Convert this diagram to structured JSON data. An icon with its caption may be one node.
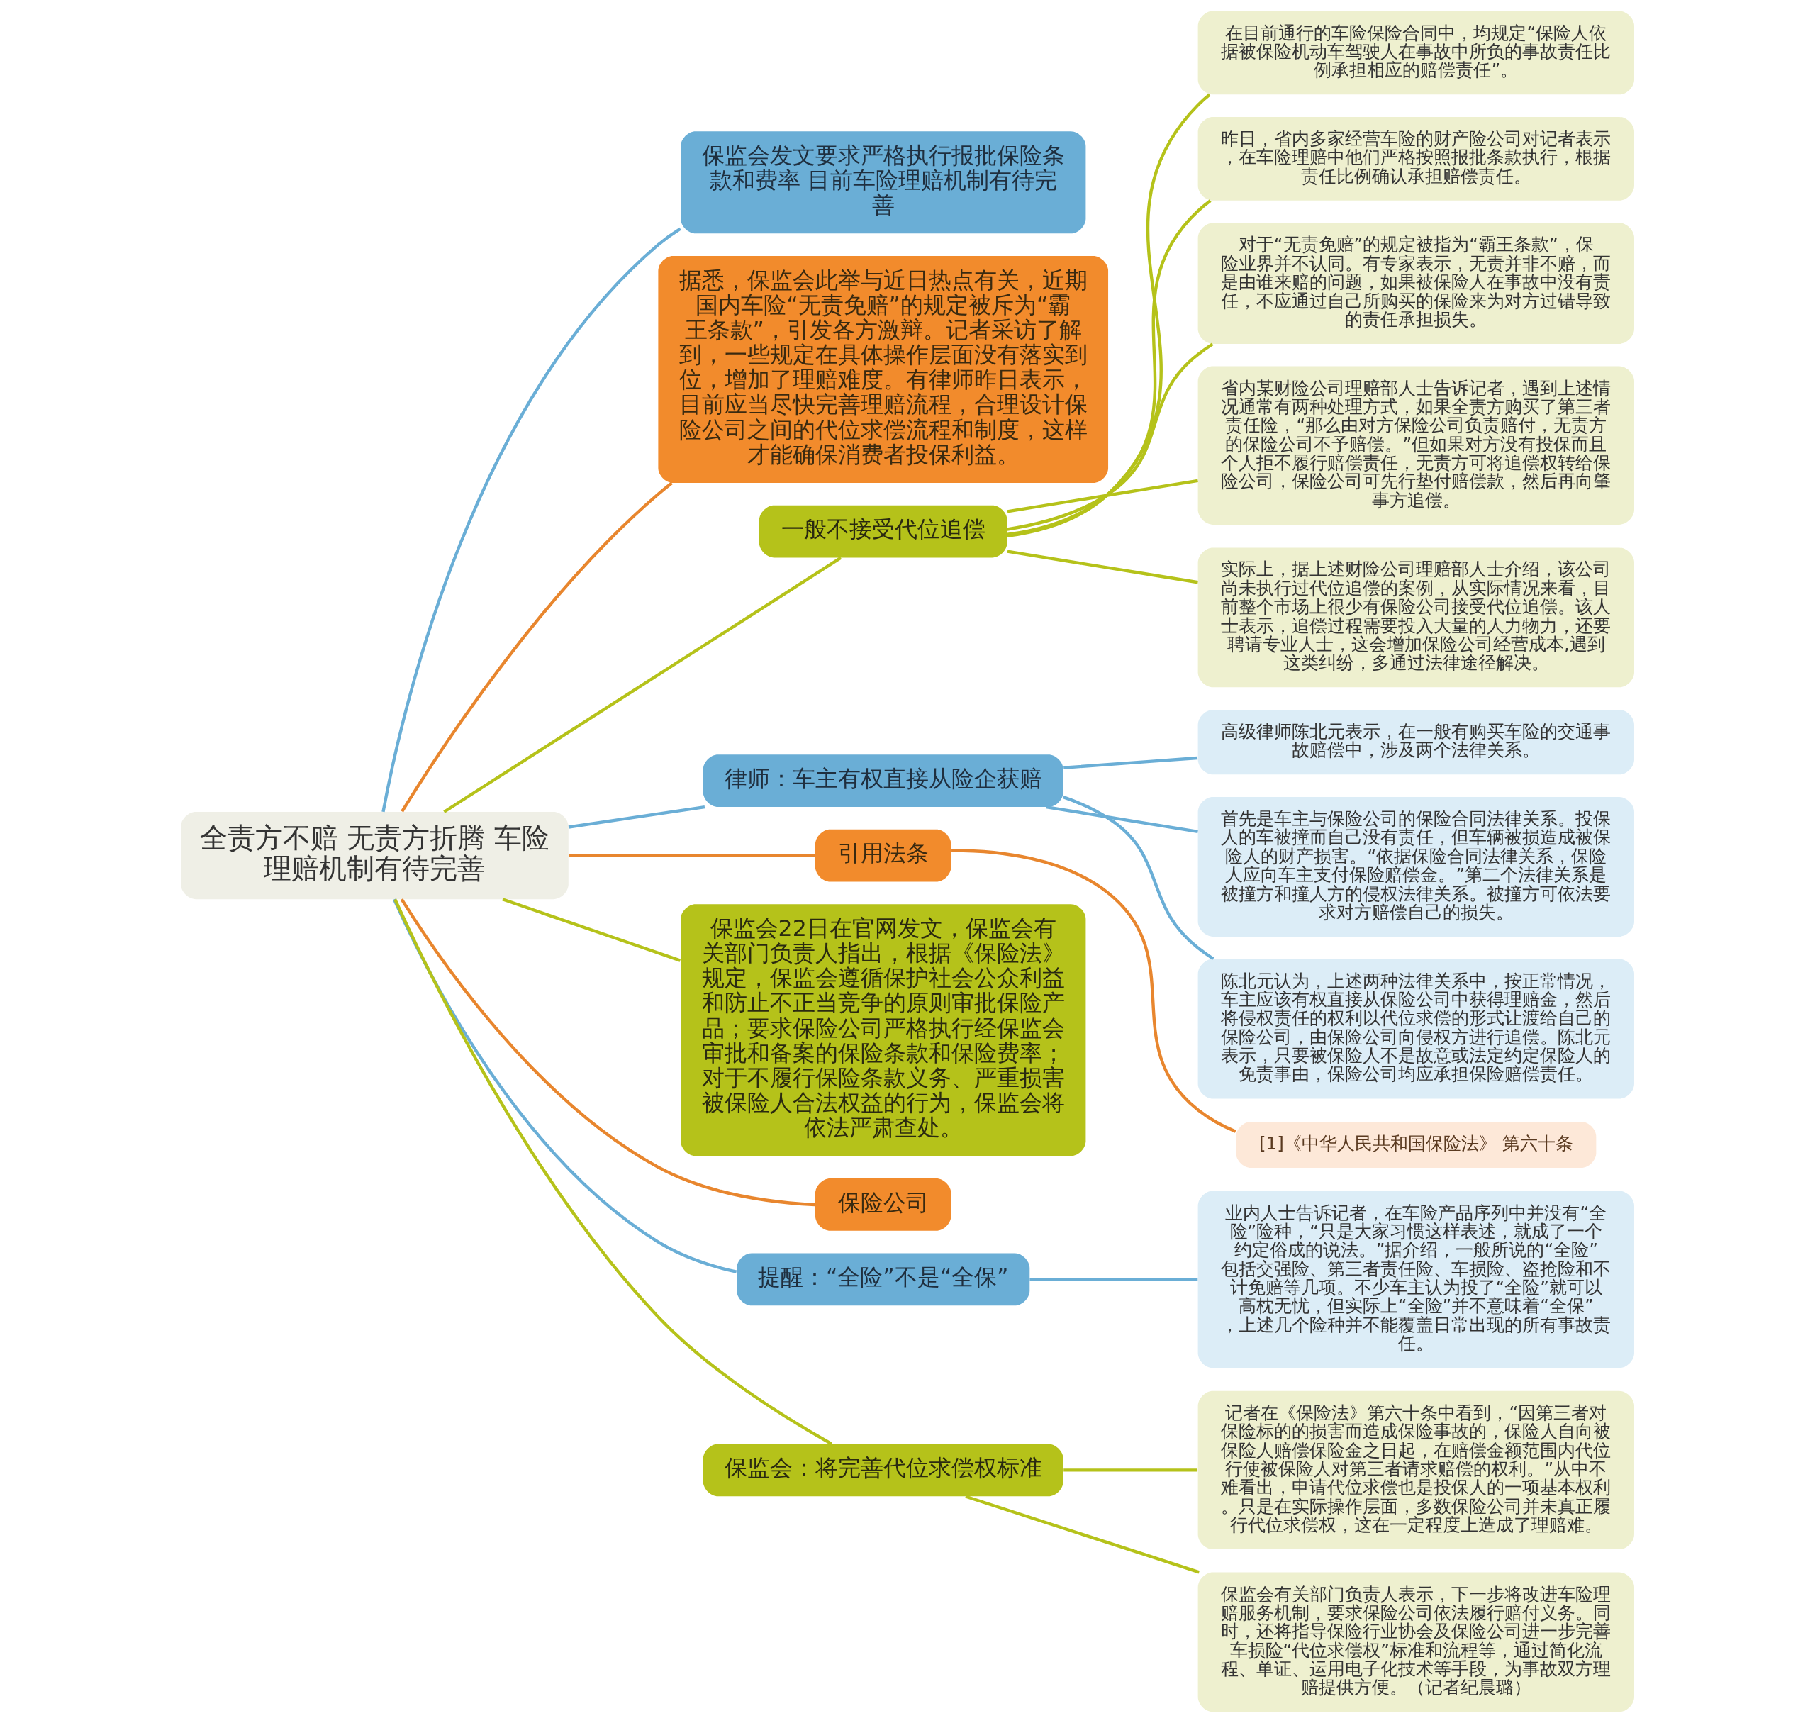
{
  "diagram": {
    "nodes": [
      {
        "text": [
          "全责方不赔 无责方折腾 车险理赔机制有待完善"
        ]
      },
      {
        "text": [
          "保监会发文要求严格执行报批保险条款和费率 目前车险理赔机制有待完善"
        ]
      },
      {
        "text": [
          "据悉，保监会此举与近日热点有关，近期国内车险“无责免赔”的规定被斥为“霸王条款”，引发各方激辩。记者采访了解到，一些规定在具体操作层面没有落实到位，增加了理赔难度。有律师昨日表示，目前应当尽快完善理赔流程，合理设计保险公司之间的代位求偿流程和制度，这样才能确保消费者投保利益。"
        ]
      },
      {
        "text": [
          "一般不接受代位追偿"
        ]
      },
      {
        "text": [
          "在目前通行的车险保险合同中，均规定“保险人依据被保险机动车驾驶人在事故中所负的事故责任比例承担相应的赔偿责任”。"
        ]
      },
      {
        "text": [
          "昨日，省内多家经营车险的财产险公司对记者表示，在车险理赔中他们严格按照报批条款执行，根据责任比例确认承担赔偿责任。"
        ]
      },
      {
        "text": [
          "对于“无责免赔”的规定被指为“霸王条款”，保险业界并不认同。有专家表示，无责并非不赔，而是由谁来赔的问题，如果被保险人在事故中没有责任，不应通过自己所购买的保险来为对方过错导致的责任承担损失。"
        ]
      },
      {
        "text": [
          "省内某财险公司理赔部人士告诉记者，遇到上述情况通常有两种处理方式，如果全责方购买了第三者责任险，“那么由对方保险公司负责赔付，无责方的保险公司不予赔偿。”但如果对方没有投保而且个人拒不履行赔偿责任，无责方可将追偿权转给保险公司，保险公司可先行垫付赔偿款，然后再向肇事方追偿。"
        ]
      },
      {
        "text": [
          "实际上，据上述财险公司理赔部人士介绍，该公司尚未执行过代位追偿的案例，从实际情况来看，目前整个市场上很少有保险公司接受代位追偿。该人士表示，追偿过程需要投入大量的人力物力，还要聘请专业人士，这会增加保险公司经营成本,遇到这类纠纷，多通过法律途径解决。"
        ]
      },
      {
        "text": [
          "律师：车主有权直接从险企获赔"
        ]
      },
      {
        "text": [
          "高级律师陈北元表示，在一般有购买车险的交通事故赔偿中，涉及两个法律关系。"
        ]
      },
      {
        "text": [
          "首先是车主与保险公司的保险合同法律关系。投保人的车被撞而自己没有责任，但车辆被损造成被保险人的财产损害。“依据保险合同法律关系，保险人应向车主支付保险赔偿金。”第二个法律关系是被撞方和撞人方的侵权法律关系。被撞方可依法要求对方赔偿自己的损失。"
        ]
      },
      {
        "text": [
          "陈北元认为，上述两种法律关系中，按正常情况，车主应该有权直接从保险公司中获得理赔金，然后将侵权责任的权利以代位求偿的形式让渡给自己的保险公司，由保险公司向侵权方进行追偿。陈北元表示，只要被保险人不是故意或法定约定保险人的免责事由，保险公司均应承担保险赔偿责任。"
        ]
      },
      {
        "text": [
          "引用法条"
        ]
      },
      {
        "text": [
          "[1]《中华人民共和国保险法》 第六十条"
        ]
      },
      {
        "text": [
          "保监会22日在官网发文，保监会有关部门负责人指出，根据《保险法》规定，保监会遵循保护社会公众利益和防止不正当竞争的原则审批保险产品；要求保险公司严格执行经保监会审批和备案的保险条款和保险费率；对于不履行保险条款义务、严重损害被保险人合法权益的行为，保监会将依法严肃查处。"
        ]
      },
      {
        "text": [
          "保险公司"
        ]
      },
      {
        "text": [
          "提醒：“全险”不是“全保”"
        ]
      },
      {
        "text": [
          "业内人士告诉记者，在车险产品序列中并没有“全险”险种，“只是大家习惯这样表述，就成了一个约定俗成的说法。”据介绍，一般所说的“全险”包括交强险、第三者责任险、车损险、盗抢险和不计免赔等几项。不少车主认为投了“全险”就可以高枕无忧，但实际上“全险”并不意味着“全保”，上述几个险种并不能覆盖日常出现的所有事故责任。"
        ]
      },
      {
        "text": [
          "保监会：将完善代位求偿权标准"
        ]
      },
      {
        "text": [
          "记者在《保险法》第六十条中看到，“因第三者对保险标的的损害而造成保险事故的，保险人自向被保险人赔偿保险金之日起，在赔偿金额范围内代位行使被保险人对第三者请求赔偿的权利。”从中不难看出，申请代位求偿也是投保人的一项基本权利。只是在实际操作层面，多数保险公司并未真正履行代位求偿权，这在一定程度上造成了理赔难。"
        ]
      },
      {
        "text": [
          "保监会有关部门负责人表示，下一步将改进车险理赔服务机制，要求保险公司依法履行赔付义务。同时，还将指导保险行业协会及保险公司进一步完善车损险“代位求偿权”标准和流程等，通过简化流程、单证、运用电子化技术等手段，为事故双方理赔提供方便。（记者纪晨璐）"
        ]
      }
    ],
    "edges": [
      {
        "from": 0,
        "to": 1,
        "arrow": "none",
        "color": "#6aaed6"
      },
      {
        "from": 0,
        "to": 2,
        "arrow": "none",
        "color": "#e8862e"
      },
      {
        "from": 0,
        "to": 3,
        "arrow": "none"
      },
      {
        "from": 3,
        "to": 4,
        "arrow": "none"
      },
      {
        "from": 3,
        "to": 5,
        "arrow": "none"
      },
      {
        "from": 3,
        "to": 6,
        "arrow": "none"
      },
      {
        "from": 3,
        "to": 7,
        "arrow": "none"
      },
      {
        "from": 3,
        "to": 8,
        "arrow": "none"
      },
      {
        "from": 0,
        "to": 9,
        "arrow": "none",
        "color": "#6aaed6"
      },
      {
        "from": 9,
        "to": 10,
        "arrow": "none",
        "color": "#6aaed6"
      },
      {
        "from": 9,
        "to": 11,
        "arrow": "none",
        "color": "#6aaed6"
      },
      {
        "from": 9,
        "to": 12,
        "arrow": "none",
        "color": "#6aaed6"
      },
      {
        "from": 0,
        "to": 13,
        "arrow": "none",
        "color": "#e8862e"
      },
      {
        "from": 13,
        "to": 14,
        "arrow": "none",
        "color": "#e8862e"
      },
      {
        "from": 0,
        "to": 15,
        "arrow": "none"
      },
      {
        "from": 0,
        "to": 16,
        "arrow": "none",
        "color": "#e8862e"
      },
      {
        "from": 0,
        "to": 17,
        "arrow": "none",
        "color": "#6aaed6"
      },
      {
        "from": 17,
        "to": 18,
        "arrow": "none",
        "color": "#6aaed6"
      },
      {
        "from": 0,
        "to": 19,
        "arrow": "none"
      },
      {
        "from": 19,
        "to": 20,
        "arrow": "none"
      },
      {
        "from": 19,
        "to": 21,
        "arrow": "none"
      }
    ]
  }
}
